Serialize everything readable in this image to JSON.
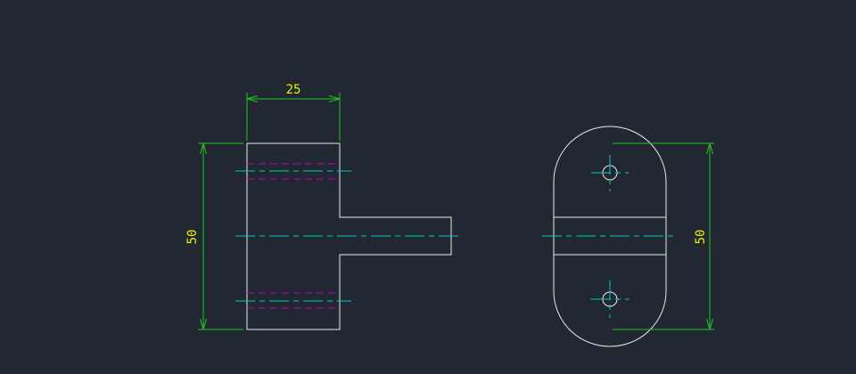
{
  "colors": {
    "background": "#222831",
    "geometry": "#e8e8e8",
    "dimension": "#22c322",
    "dimension_text": "#f0f000",
    "centerline": "#00c8c8",
    "hidden": "#c000c0"
  },
  "front_view": {
    "width_dimension": "25",
    "height_dimension": "50"
  },
  "side_view": {
    "height_dimension": "50"
  }
}
